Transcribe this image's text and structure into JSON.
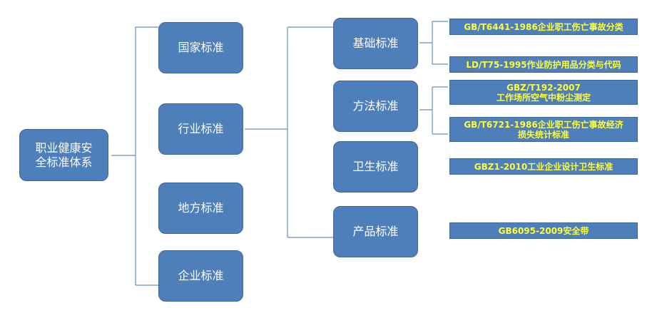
{
  "root": "职业健康安\n全标准体系",
  "categories": {
    "national": "国家标准",
    "industry": "行业标准",
    "local": "地方标准",
    "enterprise": "企业标准"
  },
  "subcategories": {
    "basic": "基础标准",
    "method": "方法标准",
    "hygiene": "卫生标准",
    "product": "产品标准"
  },
  "standards": {
    "gb6441": "GB/T6441-1986企业职工伤亡事故分类",
    "ld75": "LD/T75-1995作业防护用品分类与代码",
    "gbz192": "GBZ/T192-2007\n工作场所空气中粉尘测定",
    "gb6721": "GB/T6721-1986企业职工伤亡事故经济\n损失统计标准",
    "gbz1": "GBZ1-2010工业企业设计卫生标准",
    "gb6095": "GB6095-2009安全带"
  }
}
